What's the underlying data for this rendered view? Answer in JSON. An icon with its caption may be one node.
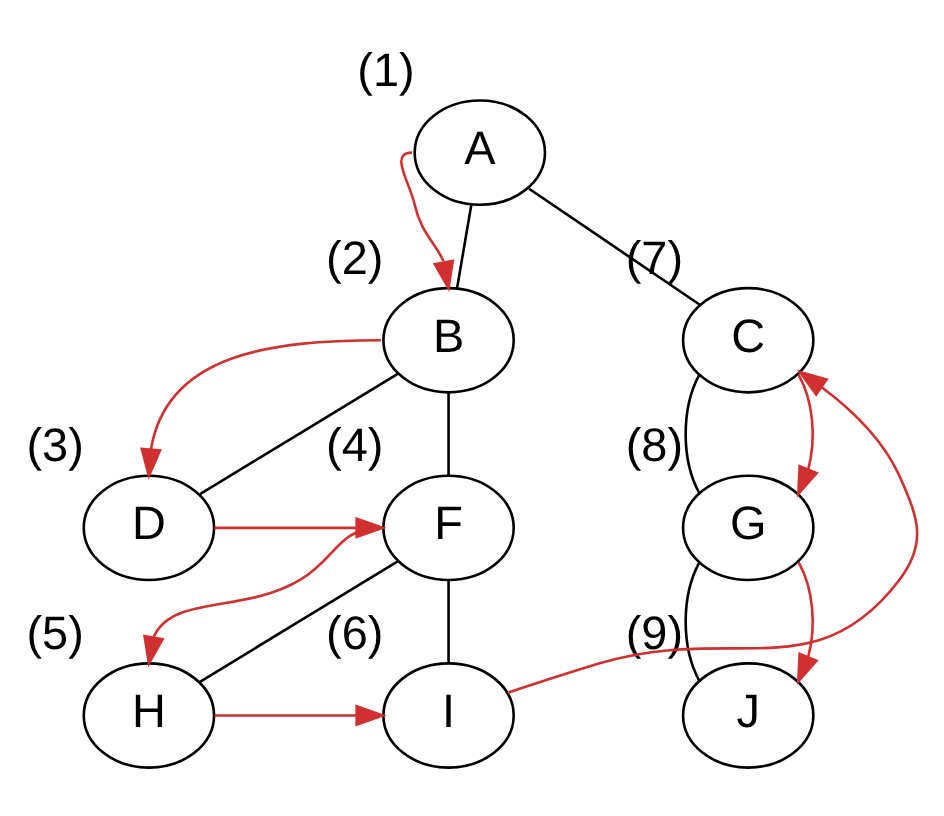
{
  "diagram": {
    "nodes": [
      {
        "text": [
          "A"
        ],
        "beside": [
          "(1)"
        ]
      },
      {
        "text": [
          "B"
        ],
        "beside": [
          "(2)"
        ]
      },
      {
        "text": [
          "C"
        ],
        "beside": [
          "(7)"
        ]
      },
      {
        "text": [
          "D"
        ],
        "beside": [
          "(3)"
        ]
      },
      {
        "text": [
          "F"
        ],
        "beside": [
          "(4)"
        ]
      },
      {
        "text": [
          "G"
        ],
        "beside": [
          "(8)"
        ]
      },
      {
        "text": [
          "H"
        ],
        "beside": [
          "(5)"
        ]
      },
      {
        "text": [
          "I"
        ],
        "beside": [
          "(6)"
        ]
      },
      {
        "text": [
          "J"
        ],
        "beside": [
          "(9)"
        ]
      }
    ],
    "edges": [
      {
        "from": 0,
        "to": 1,
        "arrow": "none"
      },
      {
        "from": 0,
        "to": 2,
        "arrow": "none"
      },
      {
        "from": 1,
        "to": 3,
        "arrow": "none"
      },
      {
        "from": 1,
        "to": 4,
        "arrow": "none"
      },
      {
        "from": 2,
        "to": 5,
        "arrow": "none"
      },
      {
        "from": 4,
        "to": 6,
        "arrow": "none"
      },
      {
        "from": 4,
        "to": 7,
        "arrow": "none"
      },
      {
        "from": 5,
        "to": 8,
        "arrow": "none"
      },
      {
        "from": 0,
        "to": 1,
        "arrow": "to",
        "color": "#d03030"
      },
      {
        "from": 1,
        "to": 3,
        "arrow": "to",
        "color": "#d03030"
      },
      {
        "from": 3,
        "to": 4,
        "arrow": "to",
        "color": "#d03030"
      },
      {
        "from": 4,
        "to": 6,
        "arrow": "to",
        "color": "#d03030"
      },
      {
        "from": 6,
        "to": 7,
        "arrow": "to",
        "color": "#d03030"
      },
      {
        "from": 7,
        "to": 2,
        "arrow": "to",
        "color": "#d03030"
      },
      {
        "from": 2,
        "to": 5,
        "arrow": "to",
        "color": "#d03030"
      },
      {
        "from": 5,
        "to": 8,
        "arrow": "to",
        "color": "#d03030"
      }
    ]
  }
}
